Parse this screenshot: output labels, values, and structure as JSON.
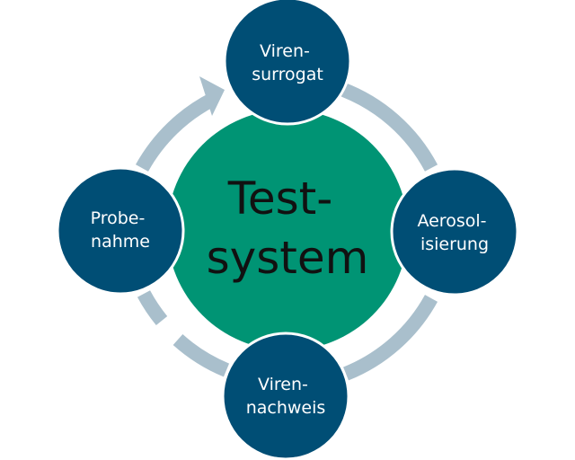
{
  "diagram": {
    "center": {
      "line1": "Test-",
      "line2": "system"
    },
    "nodes": {
      "top": {
        "line1": "Viren-",
        "line2": "surrogat"
      },
      "right": {
        "line1": "Aerosol-",
        "line2": "isierung"
      },
      "bottom": {
        "line1": "Viren-",
        "line2": "nachweis"
      },
      "left": {
        "line1": "Probe-",
        "line2": "nahme"
      }
    },
    "colors": {
      "center_fill": "#009474",
      "node_fill": "#004e75",
      "node_stroke": "#ffffff",
      "ring": "#a9bfcc",
      "center_text": "#111111",
      "node_text": "#ffffff"
    }
  }
}
